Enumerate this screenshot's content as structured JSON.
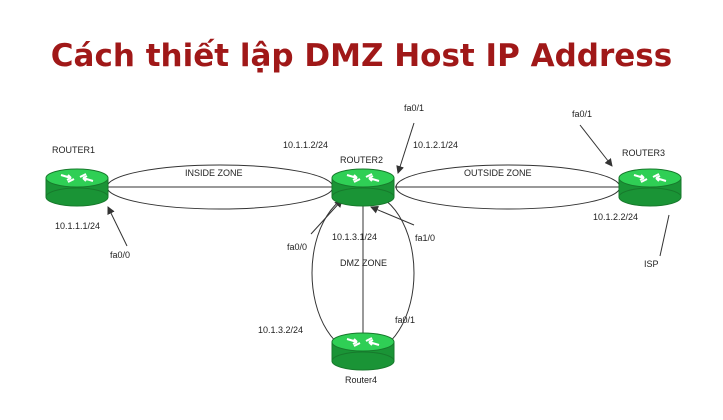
{
  "title": "Cách thiết lập DMZ Host IP Address",
  "colors": {
    "title": "#a01818",
    "router_body": "#1fa23a",
    "router_top": "#2fcf55",
    "line": "#333333"
  },
  "routers": {
    "r1": {
      "name": "ROUTER1",
      "icon": "router-icon"
    },
    "r2": {
      "name": "ROUTER2",
      "icon": "router-icon"
    },
    "r3": {
      "name": "ROUTER3",
      "icon": "router-icon"
    },
    "r4": {
      "name": "Router4",
      "icon": "router-icon"
    }
  },
  "zones": {
    "inside": "INSIDE ZONE",
    "outside": "OUTSIDE ZONE",
    "dmz": "DMZ ZONE"
  },
  "addresses": {
    "r1_ip": "10.1.1.1/24",
    "r2_inside_ip": "10.1.1.2/24",
    "r2_outside_ip": "10.1.2.1/24",
    "r3_ip": "10.1.2.2/24",
    "r2_dmz_ip": "10.1.3.1/24",
    "r4_ip": "10.1.3.2/24"
  },
  "interfaces": {
    "r1_fa00": "fa0/0",
    "r2_fa01": "fa0/1",
    "r3_fa01": "fa0/1",
    "r2_fa00": "fa0/0",
    "r2_fa10": "fa1/0",
    "r4_fa01": "fa0/1"
  },
  "isp": "ISP"
}
